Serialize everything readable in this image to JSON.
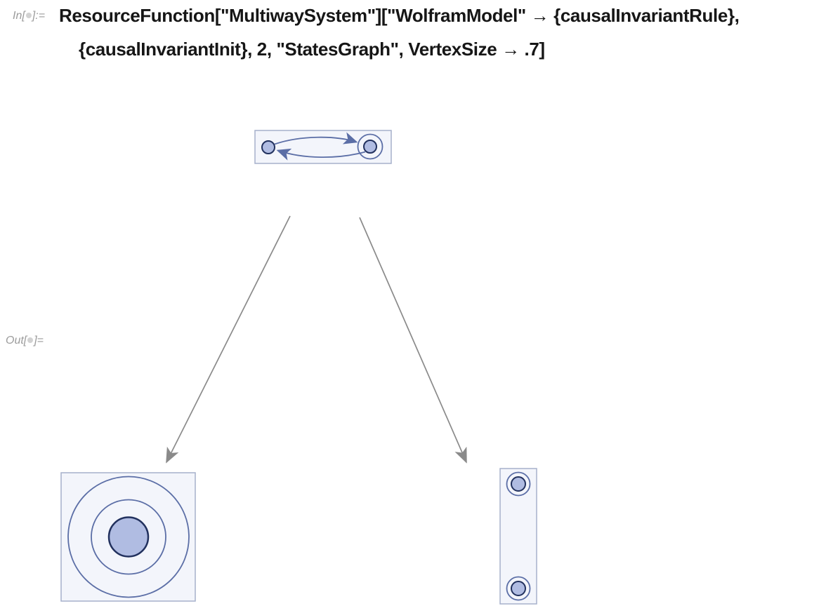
{
  "input_cell": {
    "label_prefix": "In[",
    "label_suffix": "]:=",
    "code_line1": "ResourceFunction[\"MultiwaySystem\"][\"WolframModel\" → {causalInvariantRule},",
    "code_line2": "{causalInvariantInit}, 2, \"StatesGraph\", VertexSize → .7]"
  },
  "output_cell": {
    "label_prefix": "Out[",
    "label_suffix": "]="
  },
  "colors": {
    "code_text": "#161616",
    "cell_label_gray": "#9b9b9b",
    "placeholder_bullet": "#d2d2d2",
    "vertex_frame_fill": "#f3f5fb",
    "vertex_frame_stroke": "#a6b0cb",
    "node_fill": "#b0bce2",
    "node_stroke": "#22315e",
    "ring_and_edge_blue": "#5b6ea6",
    "transition_arrow_gray": "#8a8a8a"
  },
  "graph_content": {
    "type": "states-graph",
    "vertex_count": 3,
    "transition_count": 2,
    "vertices": [
      {
        "id": "top-state",
        "thumbnail": "two nodes joined by two curved directed edges (one each direction), right node has one self-loop ring"
      },
      {
        "id": "bottom-left-state",
        "thumbnail": "single large node with two concentric self-loop rings"
      },
      {
        "id": "bottom-right-state",
        "thumbnail": "two nodes stacked vertically, each with one self-loop ring"
      }
    ],
    "edges": [
      {
        "from": "top-state",
        "to": "bottom-left-state"
      },
      {
        "from": "top-state",
        "to": "bottom-right-state"
      }
    ]
  }
}
